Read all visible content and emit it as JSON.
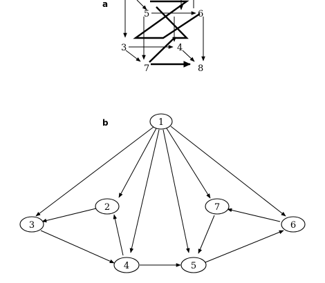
{
  "panel_a": {
    "label": "a",
    "nodes": [
      "5",
      "6",
      "3",
      "4",
      "7",
      "8"
    ]
  },
  "panel_b": {
    "label": "b",
    "nodes": [
      "1",
      "2",
      "3",
      "4",
      "5",
      "6",
      "7"
    ],
    "edges": [
      [
        "1",
        "3"
      ],
      [
        "1",
        "2"
      ],
      [
        "1",
        "4"
      ],
      [
        "1",
        "5"
      ],
      [
        "1",
        "7"
      ],
      [
        "1",
        "6"
      ],
      [
        "2",
        "3"
      ],
      [
        "3",
        "4"
      ],
      [
        "4",
        "2"
      ],
      [
        "4",
        "5"
      ],
      [
        "5",
        "6"
      ],
      [
        "6",
        "7"
      ],
      [
        "7",
        "5"
      ]
    ]
  }
}
